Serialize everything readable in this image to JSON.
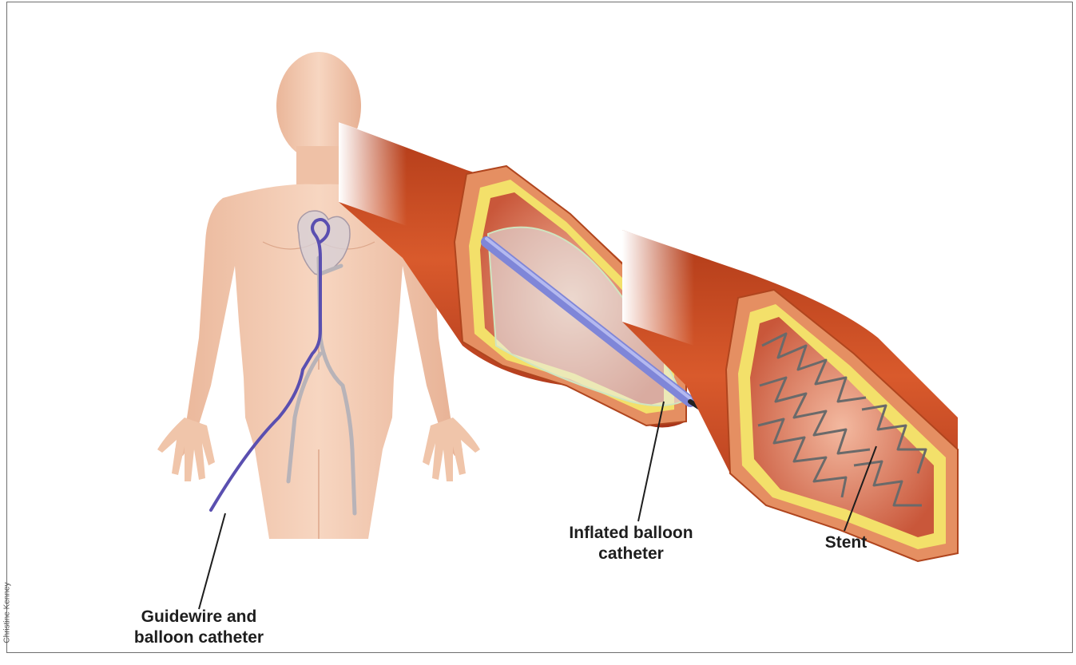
{
  "labels": {
    "guidewire_line1": "Guidewire and",
    "guidewire_line2": "balloon catheter",
    "balloon_line1": "Inflated balloon",
    "balloon_line2": "catheter",
    "stent": "Stent"
  },
  "credit": "Christine Kenney",
  "colors": {
    "skin": "#f3c9ae",
    "artery_outer": "#c9431c",
    "artery_inner": "#e0653a",
    "plaque": "#f2e15a",
    "wire": "#5a4fb0",
    "catheter": "#7f86d8",
    "stent_mesh": "#6a6a6a"
  }
}
